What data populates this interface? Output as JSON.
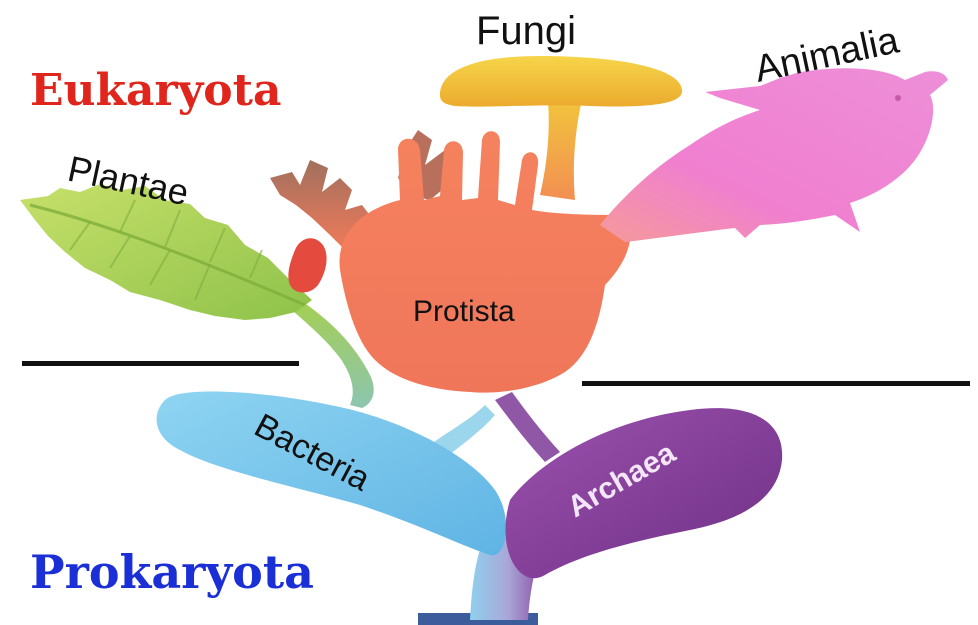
{
  "colors": {
    "eukaryota_text": "#e0251c",
    "prokaryota_text": "#1a2fd6",
    "plantae": "#a6d14e",
    "fungi": "#f2c23a",
    "animalia": "#ef86cf",
    "protista": "#f47a5a",
    "bacteria": "#7ac7ec",
    "archaea": "#8a3f9a",
    "divider": "#111111"
  },
  "labels": {
    "eukaryota": "Eukaryota",
    "prokaryota": "Prokaryota",
    "fungi": "Fungi",
    "animalia": "Animalia",
    "plantae": "Plantae",
    "protista": "Protista",
    "bacteria": "Bacteria",
    "archaea": "Archaea"
  }
}
